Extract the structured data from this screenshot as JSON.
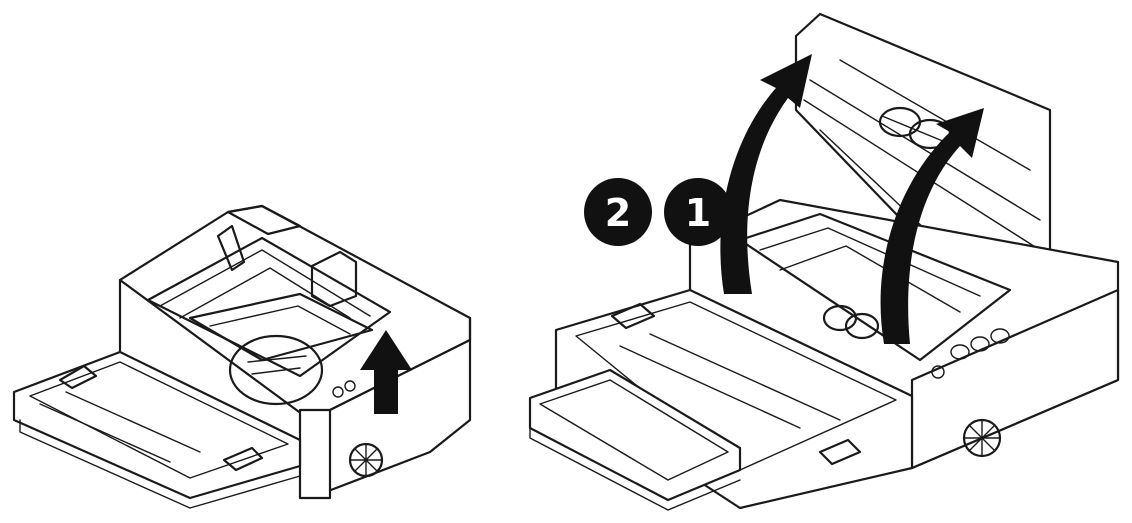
{
  "figure": {
    "callouts": [
      {
        "id": "2",
        "label": "2"
      },
      {
        "id": "1",
        "label": "1"
      }
    ],
    "colors": {
      "line": "#1a1a1a",
      "arrow": "#111111",
      "background": "#ffffff"
    },
    "icons": [
      "scanner-closed-icon",
      "scanner-open-icon",
      "up-arrow-icon",
      "curved-arrow-icon"
    ]
  }
}
